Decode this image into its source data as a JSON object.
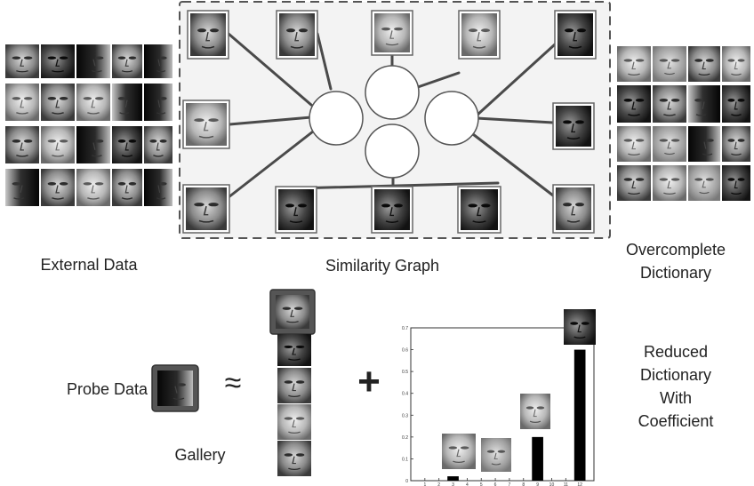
{
  "labels": {
    "external_data": "External Data",
    "similarity_graph": "Similarity Graph",
    "overcomplete_line1": "Overcomplete",
    "overcomplete_line2": "Dictionary",
    "probe_data": "Probe Data",
    "approx_symbol": "≈",
    "plus_symbol": "+",
    "gallery": "Gallery",
    "reduced_line1": "Reduced",
    "reduced_line2": "Dictionary",
    "reduced_line3": "With",
    "reduced_line4": "Coefficient"
  },
  "colors": {
    "graph_box_fill": "#f3f3f3",
    "graph_box_border": "#555555",
    "edge": "#4a4a4a",
    "bar": "#000000"
  },
  "chart_data": {
    "type": "bar",
    "categories": [
      "1",
      "2",
      "3",
      "4",
      "5",
      "6",
      "7",
      "8",
      "9",
      "10",
      "11",
      "12"
    ],
    "values": [
      0,
      0,
      0.02,
      0,
      0,
      0,
      0,
      0,
      0.2,
      0,
      0,
      0.6
    ],
    "ylim": [
      0,
      0.7
    ],
    "yticks": [
      "0",
      "0.1",
      "0.2",
      "0.3",
      "0.4",
      "0.5",
      "0.6",
      "0.7"
    ],
    "xticks": [
      "1",
      "2",
      "3",
      "4",
      "5",
      "6",
      "7",
      "8",
      "9",
      "10",
      "11",
      "12"
    ]
  }
}
